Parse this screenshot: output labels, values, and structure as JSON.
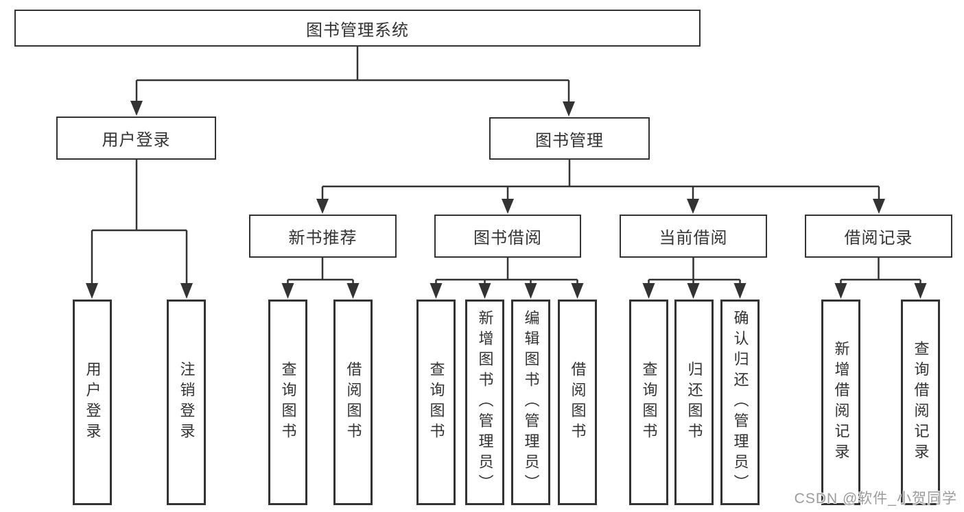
{
  "colors": {
    "background": "#ffffff",
    "line": "#333333",
    "box_border": "#333333",
    "text": "#333333",
    "watermark": "#9b9b9b"
  },
  "tree": {
    "root": {
      "label": "图书管理系统",
      "children": [
        {
          "label": "用户登录",
          "children": [
            {
              "label": "用户登录"
            },
            {
              "label": "注销登录"
            }
          ]
        },
        {
          "label": "图书管理",
          "children": [
            {
              "label": "新书推荐",
              "children": [
                {
                  "label": "查询图书"
                },
                {
                  "label": "借阅图书"
                }
              ]
            },
            {
              "label": "图书借阅",
              "children": [
                {
                  "label": "查询图书"
                },
                {
                  "label": "新增图书（管理员）"
                },
                {
                  "label": "编辑图书（管理员）"
                },
                {
                  "label": "借阅图书"
                }
              ]
            },
            {
              "label": "当前借阅",
              "children": [
                {
                  "label": "查询图书"
                },
                {
                  "label": "归还图书"
                },
                {
                  "label": "确认归还（管理员）"
                }
              ]
            },
            {
              "label": "借阅记录",
              "children": [
                {
                  "label": "新增借阅记录"
                },
                {
                  "label": "查询借阅记录"
                }
              ]
            }
          ]
        }
      ]
    }
  },
  "watermark": {
    "text": "CSDN @软件_小贺同学"
  }
}
